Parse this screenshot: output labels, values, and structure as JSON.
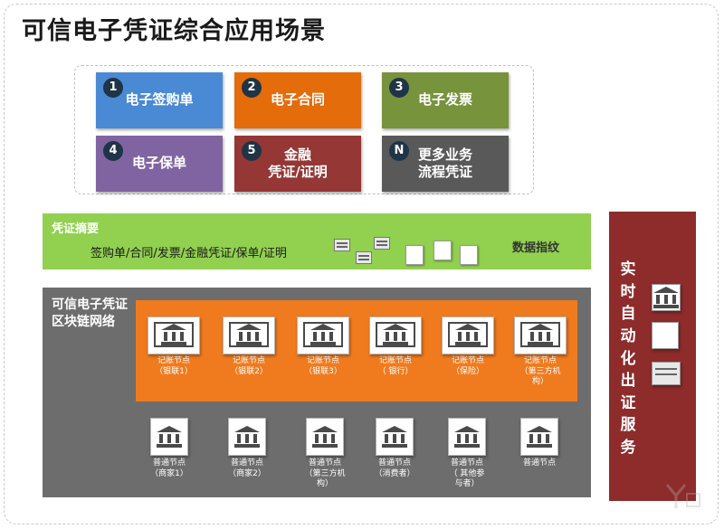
{
  "page_title": "可信电子凭证综合应用场景",
  "scenarios": [
    {
      "num": "1",
      "label": "电子签购单",
      "color": "#4a8ad4"
    },
    {
      "num": "2",
      "label": "电子合同",
      "color": "#e46c0a"
    },
    {
      "num": "3",
      "label": "电子发票",
      "color": "#77933c"
    },
    {
      "num": "4",
      "label": "电子保单",
      "color": "#8064a2"
    },
    {
      "num": "5",
      "label": "金融\n凭证/证明",
      "color": "#953735"
    },
    {
      "num": "N",
      "label": "更多业务\n流程凭证",
      "color": "#595959"
    }
  ],
  "summary": {
    "title": "凭证摘要",
    "list": "签购单/合同/发票/金融凭证/保单/证明",
    "fingerprint": "数据指纹"
  },
  "chain": {
    "title": "可信电子凭证\n区块链网络",
    "ledger_nodes": [
      "记账节点\n（银联1）",
      "记账节点\n（银联2）",
      "记账节点\n（银联3）",
      "记账节点\n（ 银行）",
      "记账节点\n（保险）",
      "记账节点\n（第三方机\n构）"
    ],
    "ordinary_nodes": [
      "普通节点\n（商家1）",
      "普通节点\n（商家2）",
      "普通节点\n（第三方机\n构）",
      "普通节点\n（消费者）",
      "普通节点\n（ 其他参\n与者）",
      "普通节点"
    ]
  },
  "service": {
    "title": "实时自动化出证服务"
  },
  "colors": {
    "summary_band": "#92d050",
    "chain_area": "#6d6d6d",
    "ledger_band": "#f07b1f",
    "service_panel": "#8e2b2b"
  },
  "icons": [
    "bank-icon",
    "document-icon",
    "server-icon",
    "monitor-icon"
  ]
}
